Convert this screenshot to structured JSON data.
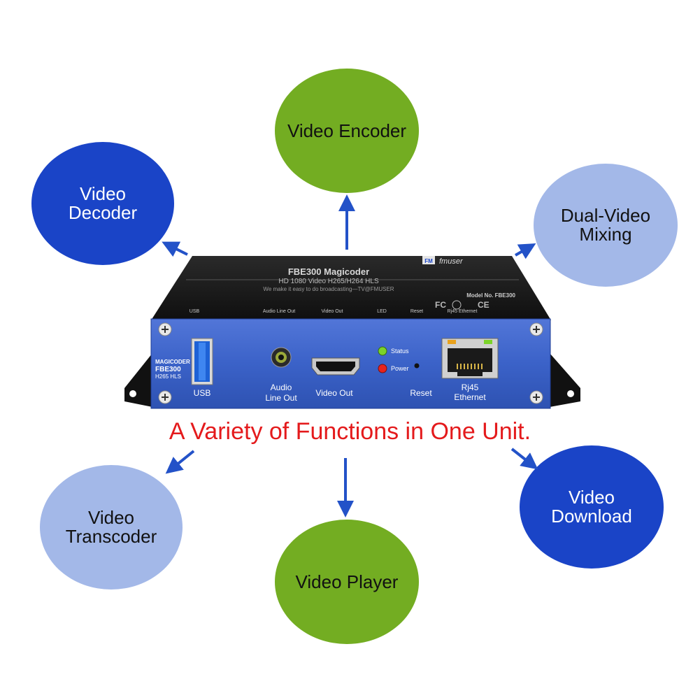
{
  "colors": {
    "green": "#73ad22",
    "dark_blue": "#1a44c7",
    "light_blue": "#a3b8e8",
    "arrow": "#2352c8",
    "tagline": "#e41a1c",
    "panel": "#3d63c6"
  },
  "bubbles": {
    "encoder": {
      "label": "Video Encoder"
    },
    "decoder": {
      "line1": "Video",
      "line2": "Decoder"
    },
    "mixing": {
      "line1": "Dual-Video",
      "line2": "Mixing"
    },
    "transcoder": {
      "line1": "Video",
      "line2": "Transcoder"
    },
    "player": {
      "label": "Video Player"
    },
    "download": {
      "line1": "Video",
      "line2": "Download"
    }
  },
  "tagline": "A Variety of Functions in One Unit.",
  "device": {
    "top_title": "FBE300 Magicoder",
    "top_subtitle": "HD 1080 Video H265/H264 HLS",
    "top_slogan": "We make it easy to do broadcasting—TV@FMUSER",
    "brand": "fmuser",
    "brand_badge": "FM",
    "model_label": "Model No. FBE300",
    "cert_fc": "FC",
    "cert_ce": "CE",
    "top_labels": [
      "USB",
      "Audio Line Out",
      "Video Out",
      "LED",
      "Reset",
      "Rj45 Ethernet"
    ],
    "panel_model_1": "MAGICODER",
    "panel_model_2": "FBE300",
    "panel_model_3": "H265 HLS",
    "usb_label": "USB",
    "audio_label_1": "Audio",
    "audio_label_2": "Line Out",
    "video_out_label": "Video Out",
    "status_label": "Status",
    "power_label": "Power",
    "reset_label": "Reset",
    "rj45_label_1": "Rj45",
    "rj45_label_2": "Ethernet"
  }
}
